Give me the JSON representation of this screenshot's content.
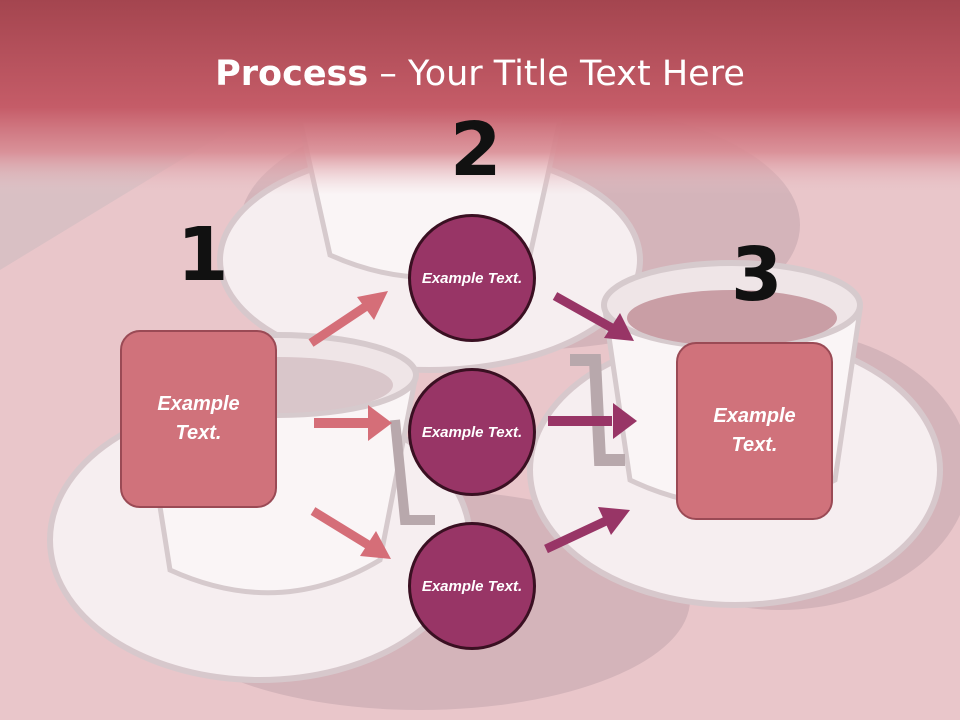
{
  "title": {
    "bold": "Process",
    "rest": " – Your Title Text Here"
  },
  "steps": [
    {
      "number": "1",
      "label": "Example Text."
    },
    {
      "number": "2",
      "label": "Example Text."
    },
    {
      "number": "3",
      "label": "Example Text."
    }
  ],
  "middle_nodes": [
    {
      "label": "Example Text."
    },
    {
      "label": "Example Text."
    },
    {
      "label": "Example Text."
    }
  ],
  "colors": {
    "header": "#c45a66",
    "box_fill": "#d0727b",
    "circle_fill": "#983566",
    "arrow_left": "#d56e78",
    "arrow_right": "#983566"
  }
}
